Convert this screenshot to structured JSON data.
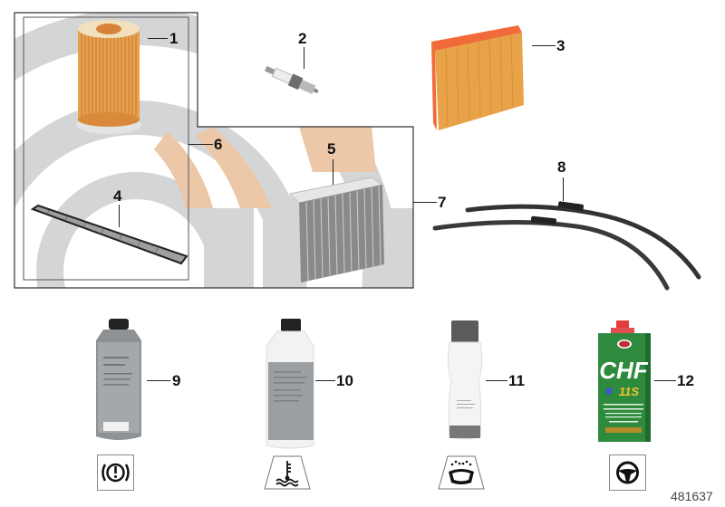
{
  "diagram": {
    "type": "parts-catalog",
    "watermark_colors": {
      "gray": "#d4d5d7",
      "tan": "#ecc8a8"
    },
    "callouts": [
      {
        "id": "1",
        "label": "1",
        "part": "oil-filter"
      },
      {
        "id": "2",
        "label": "2",
        "part": "spark-plug"
      },
      {
        "id": "3",
        "label": "3",
        "part": "air-filter"
      },
      {
        "id": "4",
        "label": "4",
        "part": "microfilter-slim"
      },
      {
        "id": "5",
        "label": "5",
        "part": "microfilter-cabin"
      },
      {
        "id": "6",
        "label": "6",
        "part": "service-kit-group"
      },
      {
        "id": "7",
        "label": "7",
        "part": "service-kit-group-large"
      },
      {
        "id": "8",
        "label": "8",
        "part": "wiper-blades"
      },
      {
        "id": "9",
        "label": "9",
        "part": "brake-fluid-can"
      },
      {
        "id": "10",
        "label": "10",
        "part": "coolant-bottle"
      },
      {
        "id": "11",
        "label": "11",
        "part": "washer-fluid-bottle"
      },
      {
        "id": "12",
        "label": "12",
        "part": "power-steering-fluid-can"
      }
    ],
    "product_labels": {
      "chf_brand": "CHF",
      "chf_sub": "11S"
    },
    "symbols": [
      {
        "name": "brake-warning",
        "under": "9"
      },
      {
        "name": "coolant-temperature",
        "under": "10"
      },
      {
        "name": "windshield-washer",
        "under": "11"
      },
      {
        "name": "steering-wheel",
        "under": "12"
      }
    ],
    "drawing_id": "481637"
  }
}
